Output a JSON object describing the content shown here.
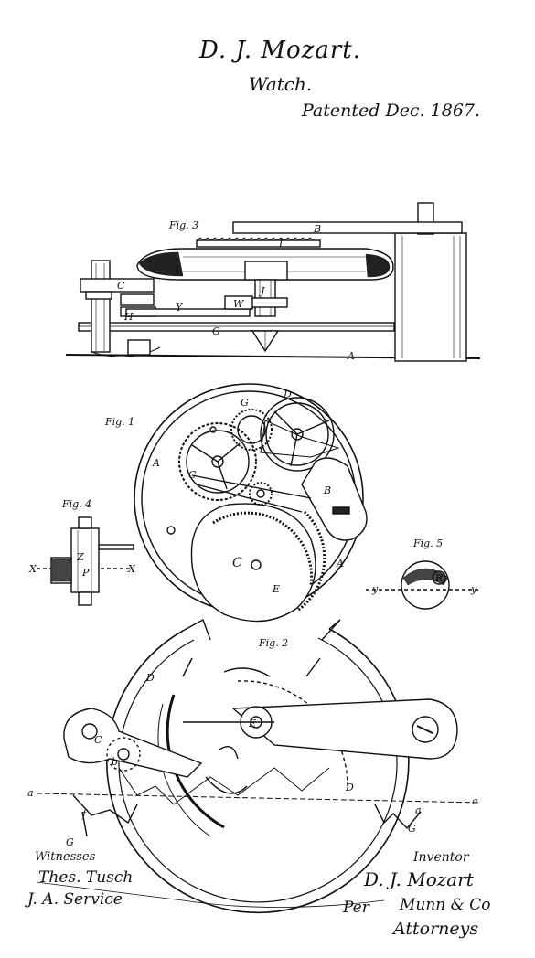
{
  "header": {
    "inventor_name": "D. J. Mozart.",
    "invention_title": "Watch.",
    "patent_date": "Patented Dec. 1867."
  },
  "figures": {
    "fig3": {
      "label": "Fig. 3",
      "letters": [
        "B",
        "I",
        "C",
        "J",
        "W",
        "H",
        "Y",
        "G",
        "A"
      ]
    },
    "fig1": {
      "label": "Fig. 1",
      "letters": [
        "G",
        "D",
        "A",
        "C",
        "B",
        "C",
        "E",
        "A"
      ]
    },
    "fig4": {
      "label": "Fig. 4",
      "letters": [
        "X",
        "X",
        "Z",
        "P"
      ]
    },
    "fig5": {
      "label": "Fig. 5",
      "letters": [
        "y",
        "y",
        "R"
      ]
    },
    "fig2": {
      "label": "Fig. 2",
      "letters": [
        "D",
        "E",
        "C",
        "b",
        "a",
        "f",
        "G",
        "a",
        "D",
        "a",
        "G"
      ]
    }
  },
  "signatures": {
    "witnesses_label": "Witnesses",
    "witness_1": "Thes. Tusch",
    "witness_2": "J. A. Service",
    "inventor_label": "Inventor",
    "inventor_signature": "D. J. Mozart",
    "per_label": "Per",
    "attorney_firm": "Munn & Co",
    "attorneys_label": "Attorneys"
  }
}
